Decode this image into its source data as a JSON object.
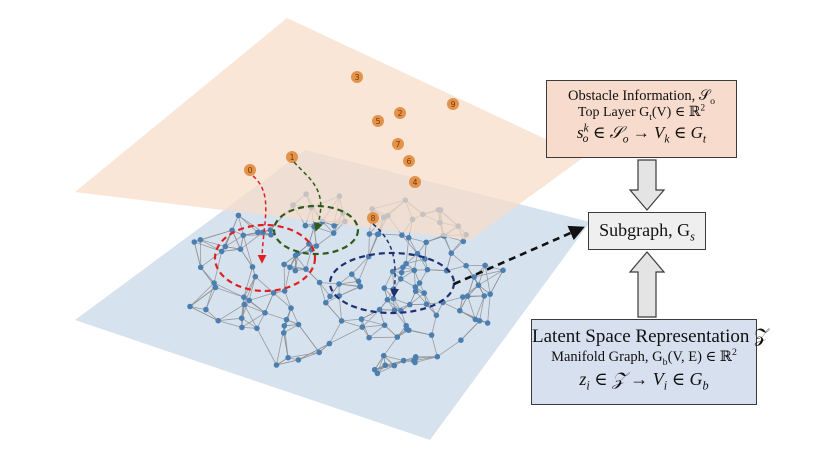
{
  "obstacle_box": {
    "line1": "Obstacle Information, 𝒮",
    "line1_sub": "o",
    "line2": "Top Layer G",
    "line2_sub": "t",
    "line2_rest": "(V) ∈ ℝ",
    "line2_sup": "2",
    "line3_a": "s",
    "line3_a_sup": "k",
    "line3_a_sub": "o",
    "line3_b": " ∈ 𝒮",
    "line3_b_sub": "o",
    "line3_c": " → V",
    "line3_c_sub": "k",
    "line3_d": " ∈ G",
    "line3_d_sub": "t"
  },
  "subgraph_box": {
    "text": "Subgraph, G",
    "sub": "s"
  },
  "latent_box": {
    "line1": "Latent Space Representation 𝒵",
    "line2": "Manifold Graph, G",
    "line2_sub": "b",
    "line2_rest": "(V, E) ∈ ℝ",
    "line2_sup": "2",
    "line3_a": "z",
    "line3_a_sub": "i",
    "line3_b": " ∈ 𝒵 → V",
    "line3_b_sub": "i",
    "line3_c": " ∈ G",
    "line3_c_sub": "b"
  },
  "obstacle_nodes": [
    {
      "id": "obstacle-node-0",
      "label": "0"
    },
    {
      "id": "obstacle-node-1",
      "label": "1"
    },
    {
      "id": "obstacle-node-2",
      "label": "2"
    },
    {
      "id": "obstacle-node-3",
      "label": "3"
    },
    {
      "id": "obstacle-node-4",
      "label": "4"
    },
    {
      "id": "obstacle-node-5",
      "label": "5"
    },
    {
      "id": "obstacle-node-6",
      "label": "6"
    },
    {
      "id": "obstacle-node-7",
      "label": "7"
    },
    {
      "id": "obstacle-node-8",
      "label": "8"
    },
    {
      "id": "obstacle-node-9",
      "label": "9"
    }
  ],
  "colors": {
    "top_plane": "#f6dcc8",
    "bottom_plane": "#c9d8ea",
    "node_orange": "#e08a3c",
    "graph_node": "#4a7fb0",
    "edge": "#8f8f8f",
    "red_circle": "#e02020",
    "green_circle": "#2f5a1a",
    "blue_circle": "#1f2f6e",
    "arrow_fill": "#e4e4e4"
  }
}
